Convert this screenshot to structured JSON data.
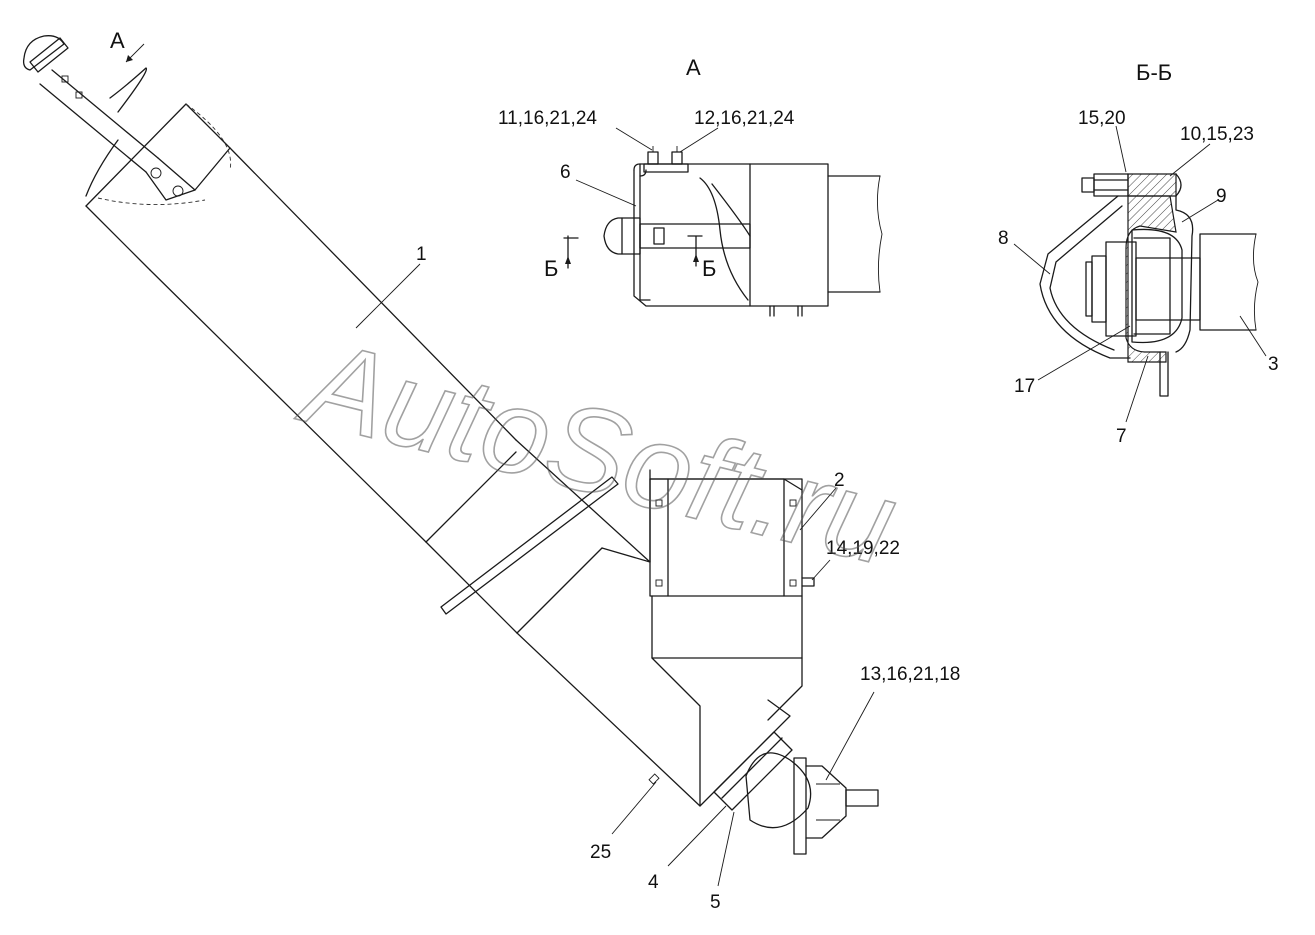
{
  "views": {
    "main": {
      "view_arrow_label": "А"
    },
    "detail_a": {
      "title": "А",
      "section_mark_left": "Б",
      "section_mark_right": "Б"
    },
    "section_bb": {
      "title": "Б-Б"
    }
  },
  "callouts": {
    "c1": "1",
    "c2": "2",
    "c14": "14,19,22",
    "c13": "13,16,21,18",
    "c25": "25",
    "c4": "4",
    "c5": "5",
    "c11": "11,16,21,24",
    "c12": "12,16,21,24",
    "c6": "6",
    "c15": "15,20",
    "c10": "10,15,23",
    "c9": "9",
    "c8": "8",
    "c3": "3",
    "c17": "17",
    "c7": "7"
  },
  "watermark": "AutoSoft.ru"
}
